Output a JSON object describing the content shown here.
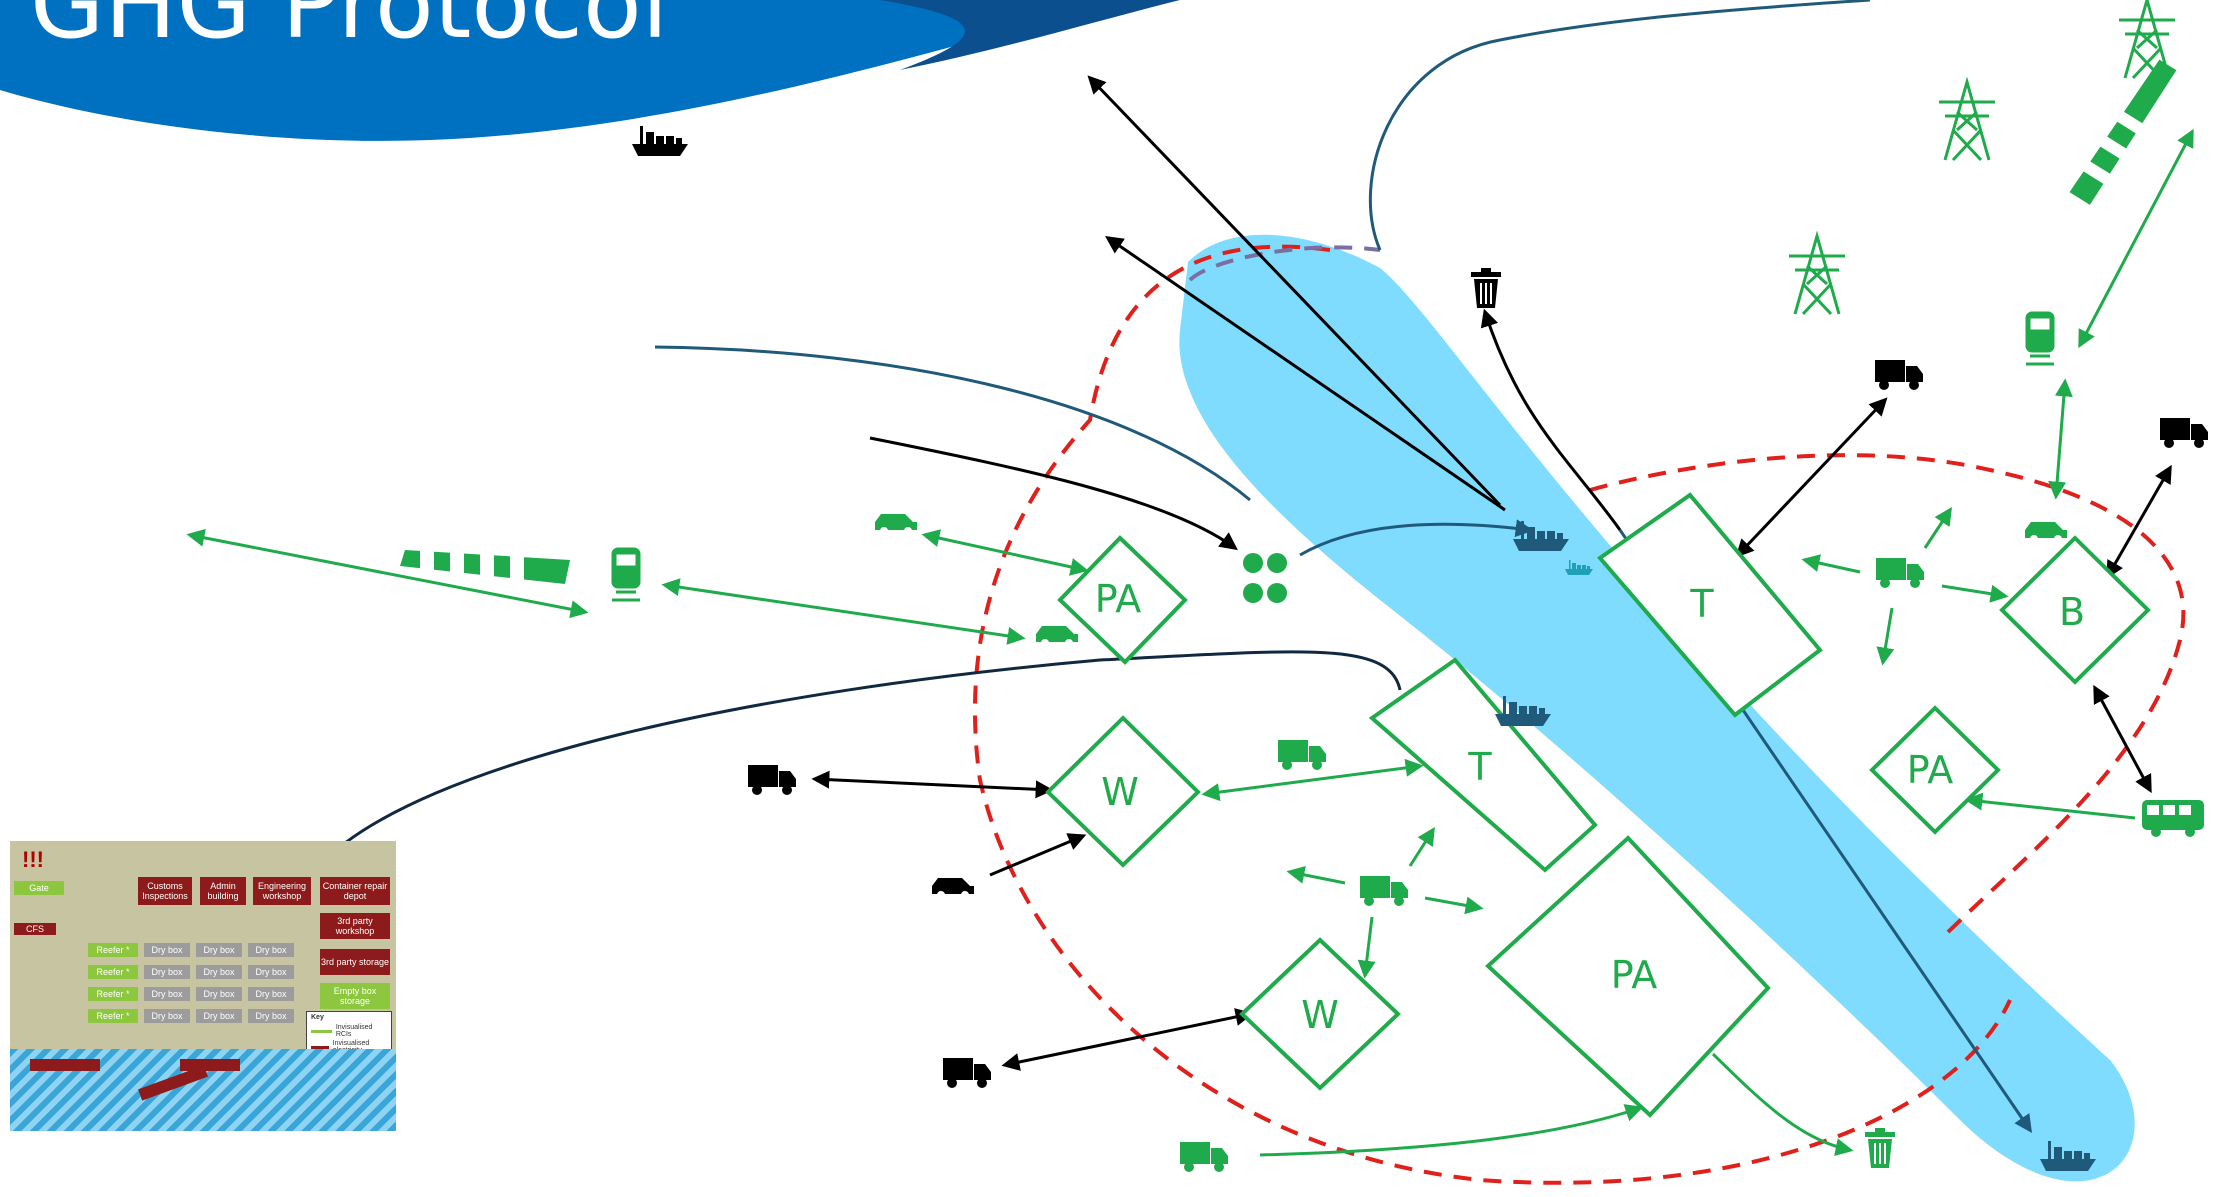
{
  "title": "GHG Protocol",
  "colors": {
    "header_blue": "#0070c0",
    "water": "#7fdcff",
    "green": "#1faa4b",
    "boundary_red": "#e0201b",
    "black": "#000000",
    "dark_blue_line": "#1f5a7a"
  },
  "zones": [
    {
      "id": "pa1",
      "label": "PA"
    },
    {
      "id": "t1",
      "label": "T"
    },
    {
      "id": "b1",
      "label": "B"
    },
    {
      "id": "w1",
      "label": "W"
    },
    {
      "id": "t2",
      "label": "T"
    },
    {
      "id": "pa2",
      "label": "PA"
    },
    {
      "id": "pa3",
      "label": "PA"
    },
    {
      "id": "w2",
      "label": "W"
    }
  ],
  "icons": {
    "ship": "ship-icon",
    "truck": "truck-icon",
    "car": "car-icon",
    "train": "train-icon",
    "bus": "bus-icon",
    "bin": "bin-icon",
    "pylon": "pylon-icon",
    "plane": "plane-icon"
  },
  "inset": {
    "alert": "!!!",
    "gate": "Gate",
    "cfs": "CFS",
    "customs": "Customs Inspections",
    "admin": "Admin building",
    "engineering": "Engineering workshop",
    "repair": "Container repair depot",
    "workshop": "3rd party workshop",
    "storage": "3rd party storage",
    "empty": "Empty box storage",
    "reefer": "Reefer *",
    "dry": "Dry box",
    "key_title": "Key",
    "key_green": "Invisualised RCIs",
    "key_red": "Invisualised electricity"
  }
}
